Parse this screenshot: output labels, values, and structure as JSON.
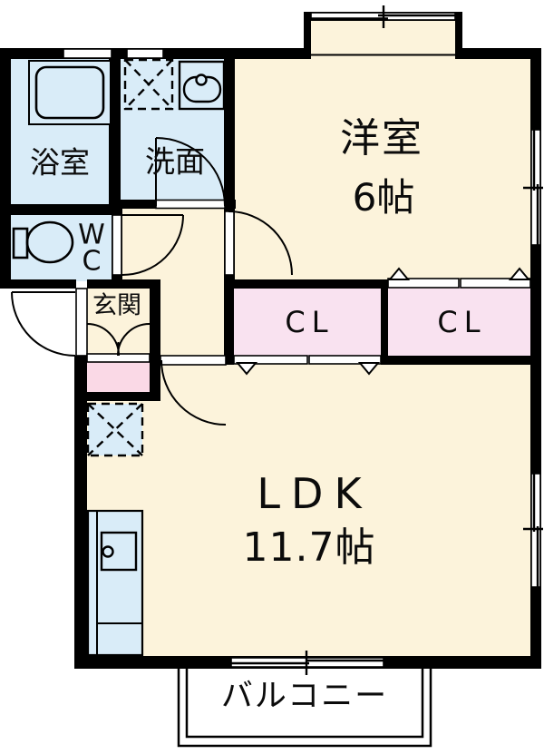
{
  "floorplan": {
    "title": "1LDK apartment floor plan",
    "rooms": {
      "bathroom": {
        "label": "浴室"
      },
      "washroom": {
        "label": "洗面"
      },
      "toilet": {
        "label_line1": "W",
        "label_line2": "C"
      },
      "entrance": {
        "label": "玄関"
      },
      "western_room": {
        "label": "洋室",
        "size": "6帖"
      },
      "closet_left": {
        "label": "CL"
      },
      "closet_right": {
        "label": "CL"
      },
      "ldk": {
        "label": "LDK",
        "size": "11.7帖"
      },
      "balcony": {
        "label": "バルコニー"
      }
    },
    "fixtures": [
      "bathtub",
      "toilet-bowl",
      "washbasin",
      "washing-machine-space",
      "refrigerator-space",
      "kitchen-counter",
      "shoe-cabinet"
    ],
    "colors": {
      "room_cream": "#FCF3DB",
      "wet_area_blue": "#D9ECF8",
      "closet_pink": "#F9E2F0",
      "shoebox_pink": "#FAD9E6",
      "wall_black": "#000000",
      "outside_white": "#FFFFFF"
    }
  }
}
